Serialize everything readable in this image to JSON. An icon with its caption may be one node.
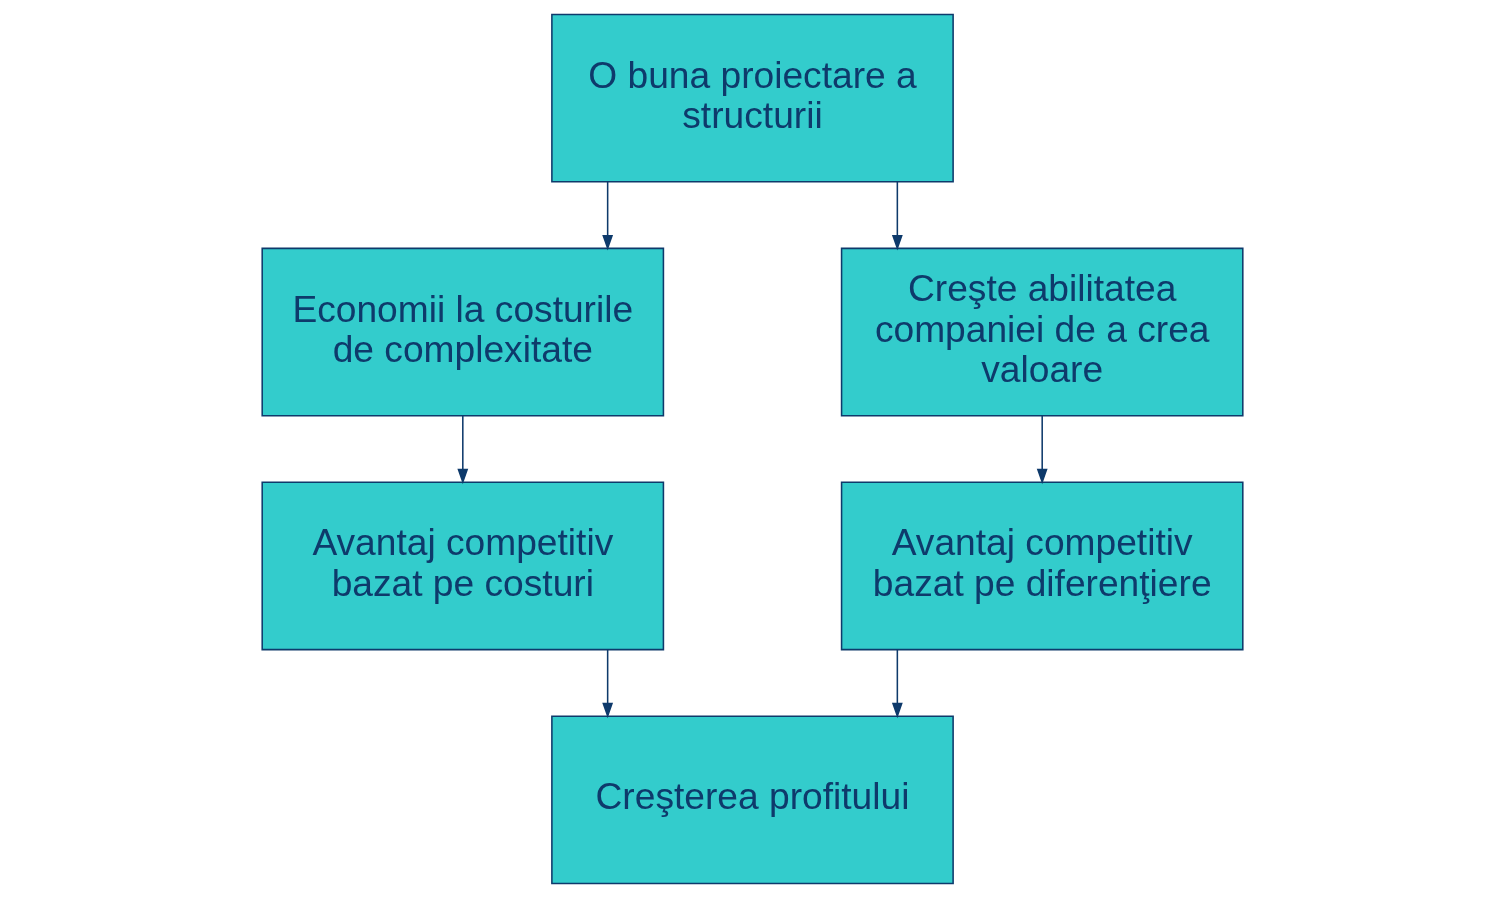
{
  "diagram": {
    "nodes": [
      {
        "text": [
          "O buna proiectare a structurii"
        ]
      },
      {
        "text": [
          "Economii la costurile de complexitate"
        ]
      },
      {
        "text": [
          "Creşte abilitatea companiei de a crea valoare"
        ]
      },
      {
        "text": [
          "Avantaj competitiv bazat pe costuri"
        ]
      },
      {
        "text": [
          "Avantaj competitiv bazat pe diferenţiere"
        ]
      },
      {
        "text": [
          "Creşterea profitului"
        ]
      }
    ],
    "edges": [
      {
        "from": 0,
        "to": 1,
        "arrow": "to"
      },
      {
        "from": 0,
        "to": 2,
        "arrow": "to"
      },
      {
        "from": 1,
        "to": 3,
        "arrow": "to"
      },
      {
        "from": 2,
        "to": 4,
        "arrow": "to"
      },
      {
        "from": 3,
        "to": 5,
        "arrow": "to"
      },
      {
        "from": 4,
        "to": 5,
        "arrow": "to"
      }
    ]
  }
}
